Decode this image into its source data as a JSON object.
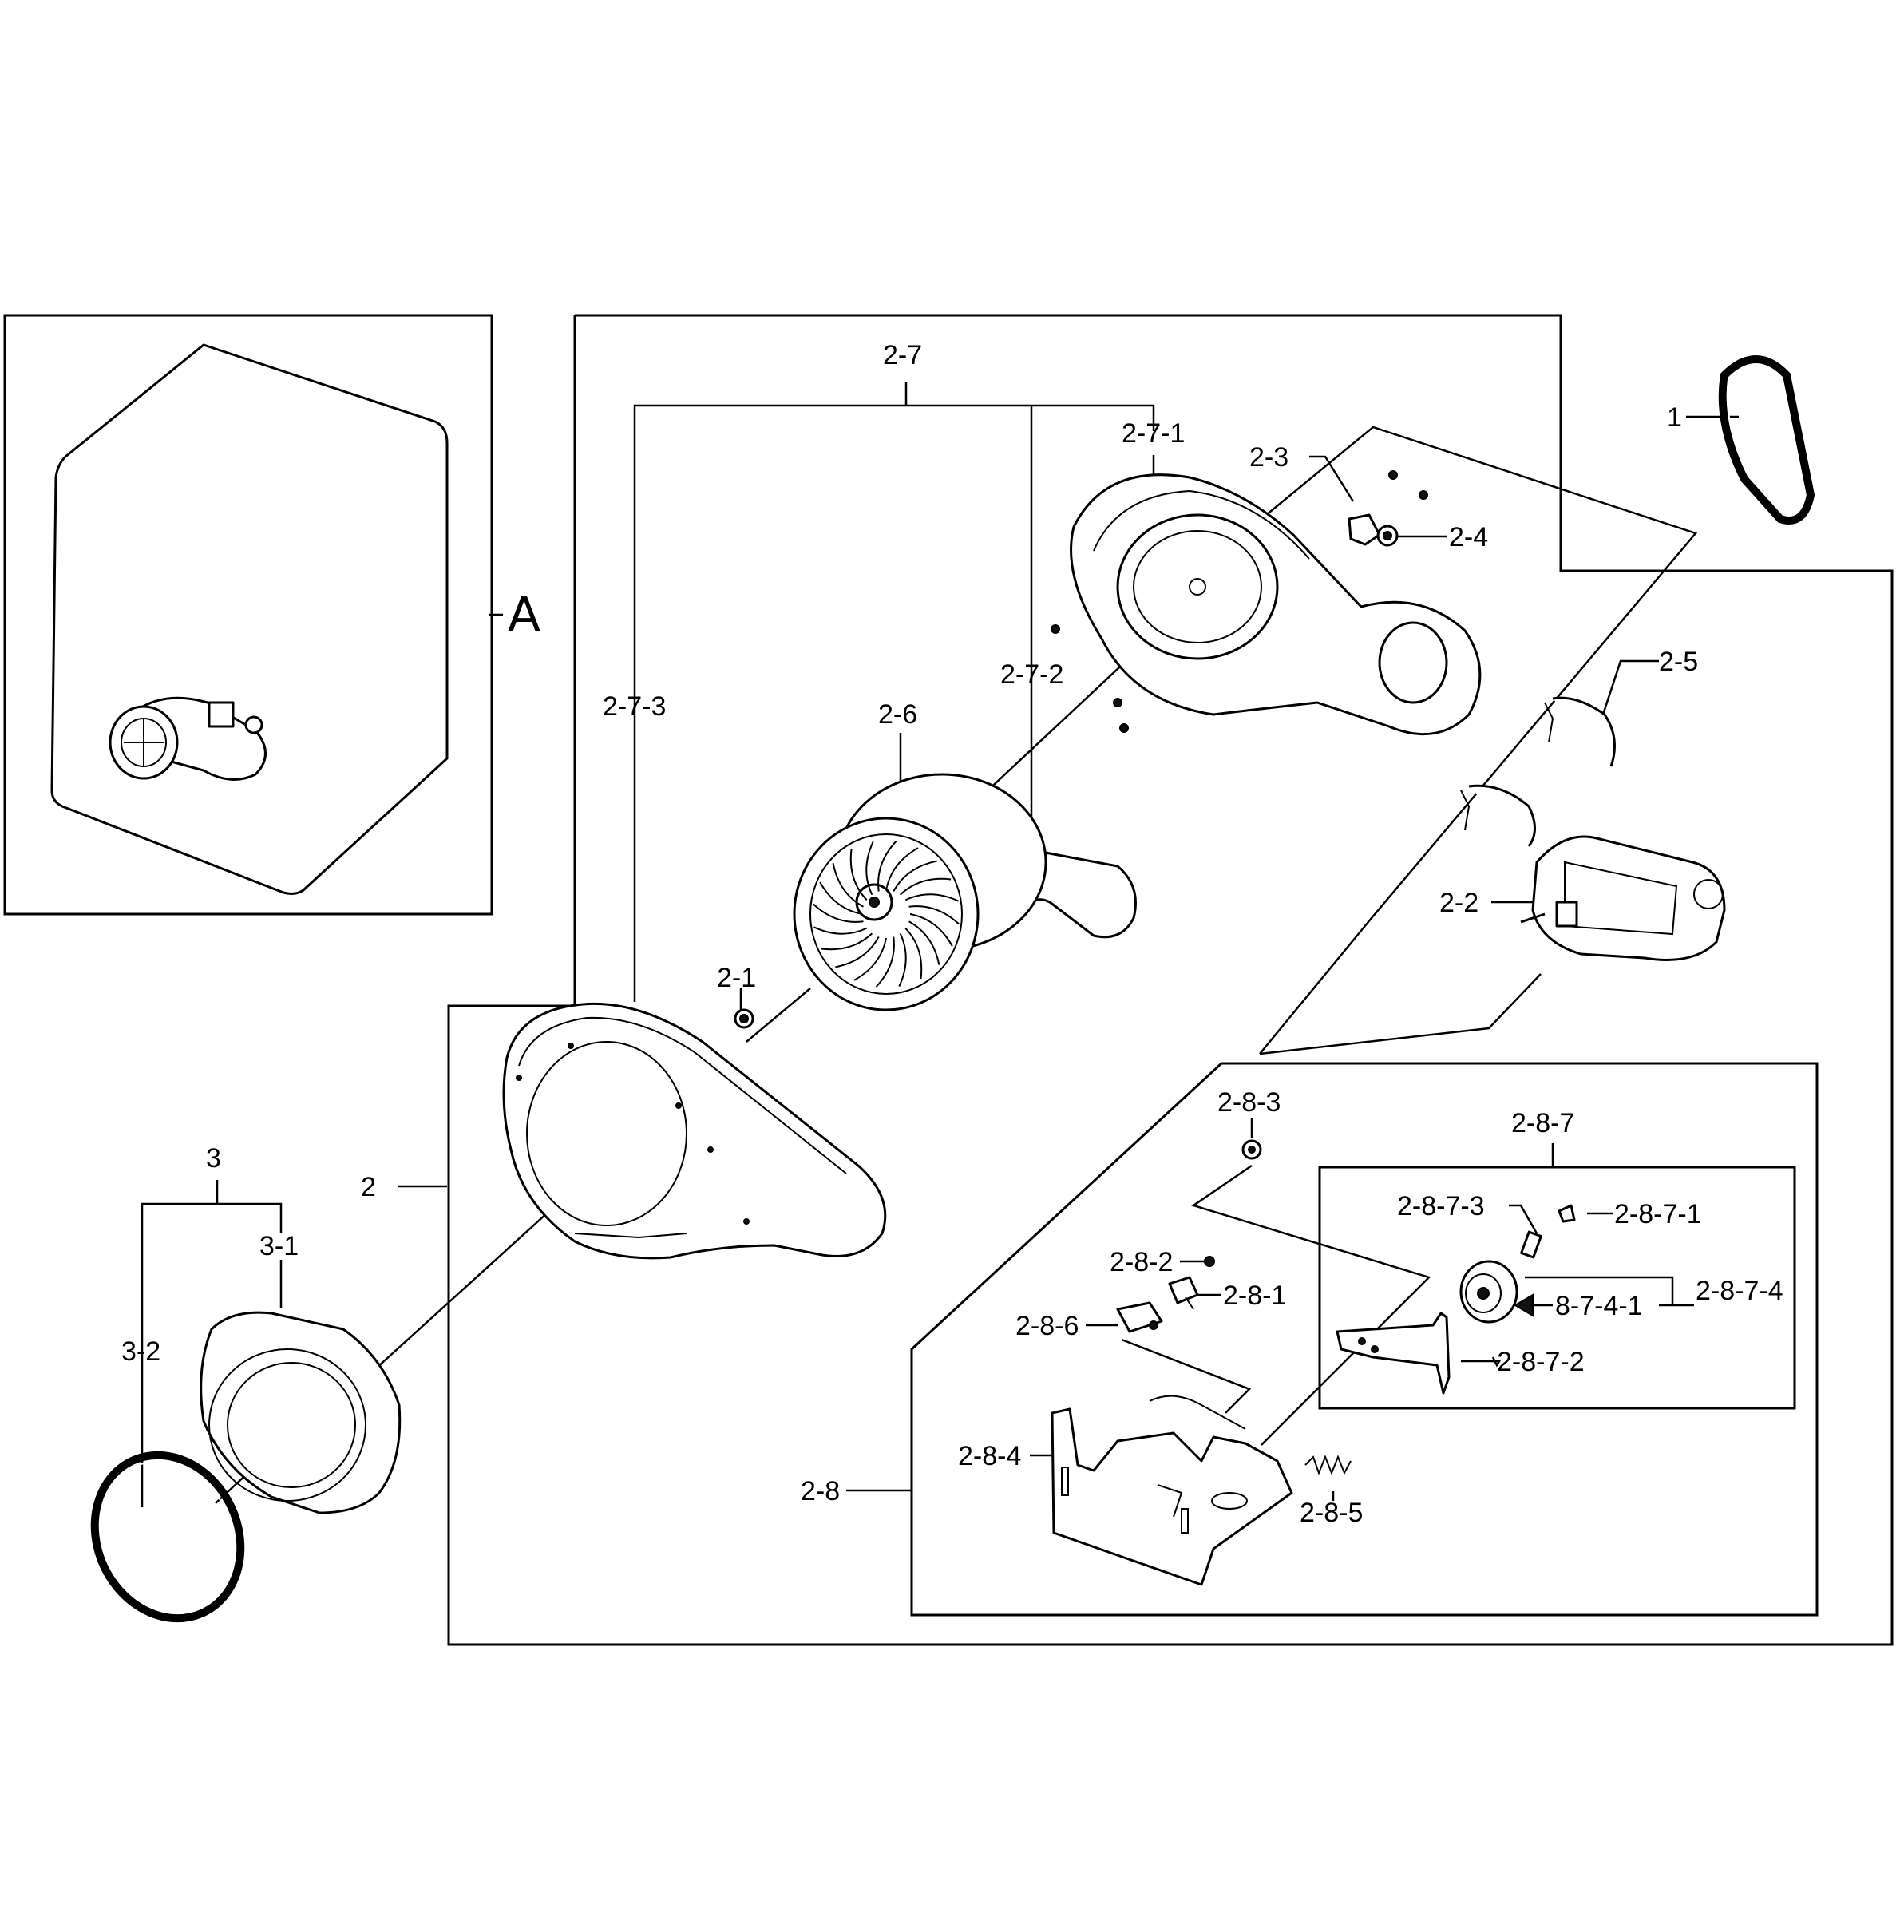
{
  "inset_label": "A",
  "labels": {
    "p1": "1",
    "p2": "2",
    "p2_1": "2-1",
    "p2_2": "2-2",
    "p2_3": "2-3",
    "p2_4": "2-4",
    "p2_5": "2-5",
    "p2_6": "2-6",
    "p2_7": "2-7",
    "p2_7_1": "2-7-1",
    "p2_7_2": "2-7-2",
    "p2_7_3": "2-7-3",
    "p2_8": "2-8",
    "p2_8_1": "2-8-1",
    "p2_8_2": "2-8-2",
    "p2_8_3": "2-8-3",
    "p2_8_4": "2-8-4",
    "p2_8_5": "2-8-5",
    "p2_8_6": "2-8-6",
    "p2_8_7": "2-8-7",
    "p2_8_7_1": "2-8-7-1",
    "p2_8_7_2": "2-8-7-2",
    "p2_8_7_3": "2-8-7-3",
    "p2_8_7_4": "2-8-7-4",
    "p8_7_4_1": "8-7-4-1",
    "p3": "3",
    "p3_1": "3-1",
    "p3_2": "3-2"
  }
}
